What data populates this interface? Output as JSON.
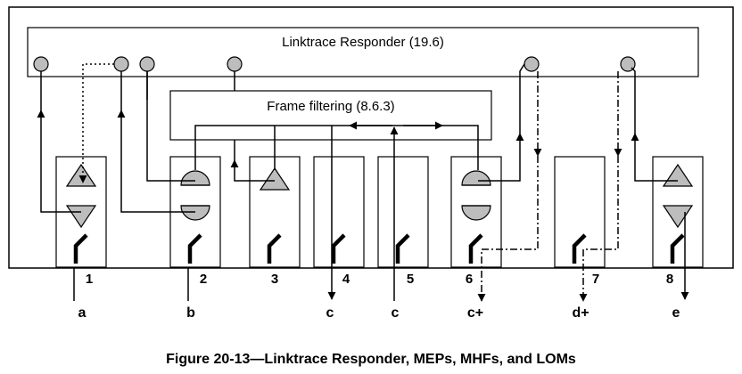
{
  "diagram": {
    "outer_box_label": "",
    "responder_label": "Linktrace Responder (19.6)",
    "filter_label": "Frame filtering (8.6.3)",
    "bridge_port_numbers": [
      "1",
      "2",
      "3",
      "4",
      "5",
      "6",
      "7",
      "8"
    ],
    "port_labels": [
      "a",
      "b",
      "c",
      "c",
      "c+",
      "d+",
      "e"
    ],
    "caption": "Figure 20-13—Linktrace Responder, MEPs, MHFs, and LOMs",
    "colors": {
      "shape_fill": "#bdbdbd",
      "stroke": "#000000",
      "background": "#ffffff"
    }
  }
}
